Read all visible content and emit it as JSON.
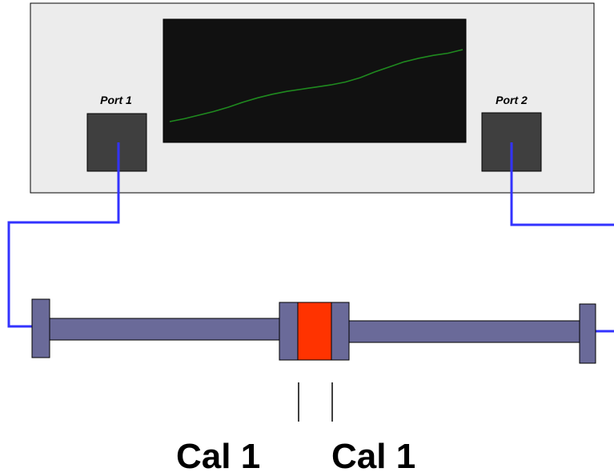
{
  "analyzer": {
    "port1_label": "Port 1",
    "port2_label": "Port 2",
    "screen_trace": [
      0.0,
      0.04,
      0.09,
      0.14,
      0.2,
      0.27,
      0.33,
      0.38,
      0.42,
      0.45,
      0.48,
      0.51,
      0.55,
      0.61,
      0.69,
      0.76,
      0.83,
      0.88,
      0.92,
      0.95,
      1.0
    ],
    "colors": {
      "panel": "#ececec",
      "port": "#3f3f3f",
      "screen": "#111111",
      "trace": "#1f8a1f"
    }
  },
  "cable_color": "#3333ff",
  "line_fixture": {
    "colors": {
      "body": "#6a6a99",
      "dut": "#ff3300"
    }
  },
  "labels": {
    "cal_left": "Cal 1",
    "cal_right": "Cal 1"
  }
}
